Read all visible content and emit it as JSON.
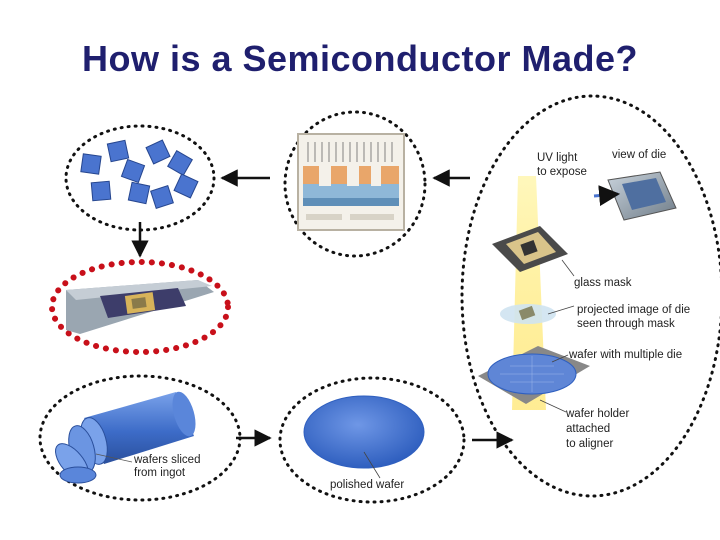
{
  "title": "How is a Semiconductor Made?",
  "labels": {
    "uv_light": "UV light",
    "to_expose": "to expose",
    "view_of_die": "view of die",
    "glass_mask": "glass mask",
    "projected_image_1": "projected image of die",
    "projected_image_2": "seen through mask",
    "wafer_multiple_die": "wafer with multiple die",
    "wafer_holder_1": "wafer holder",
    "wafer_holder_2": "attached",
    "wafer_holder_3": "to aligner",
    "wafers_sliced_1": "wafers sliced",
    "wafers_sliced_2": "from ingot",
    "polished_wafer": "polished wafer"
  },
  "colors": {
    "title": "#1f1f6e",
    "dots_black": "#111111",
    "dots_red": "#c8101a",
    "wafer_blue": "#4a78d0"
  }
}
